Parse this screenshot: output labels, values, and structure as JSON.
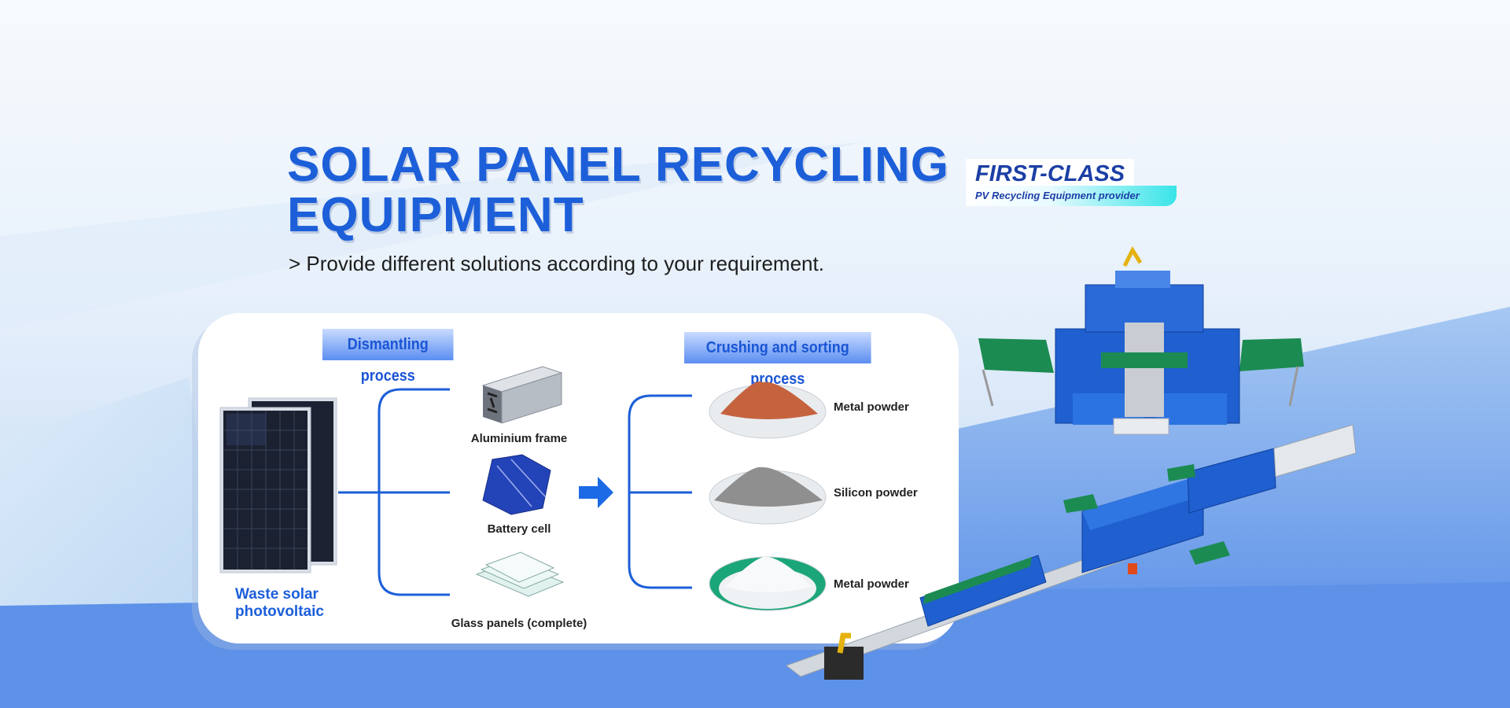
{
  "hero": {
    "title_line1": "SOLAR PANEL RECYCLING",
    "title_line2": "EQUIPMENT",
    "subtitle": "> Provide different solutions according to your requirement."
  },
  "badge": {
    "top": "FIRST-CLASS",
    "bottom": "PV Recycling Equipment provider"
  },
  "process": {
    "dismantling_label": "Dismantling process",
    "crushing_label": "Crushing and sorting process",
    "source_label": "Waste solar photovoltaic",
    "dismantling_outputs": [
      {
        "label": "Aluminium frame",
        "icon": "aluminium-frame-icon"
      },
      {
        "label": "Battery cell",
        "icon": "battery-cell-icon"
      },
      {
        "label": "Glass panels (complete)",
        "icon": "glass-panels-icon"
      }
    ],
    "crushing_outputs": [
      {
        "label": "Metal powder",
        "color": "#c5633f"
      },
      {
        "label": "Silicon powder",
        "color": "#8f8f8f"
      },
      {
        "label": "Metal powder",
        "color": "#eef2f4"
      }
    ]
  },
  "colors": {
    "brand_blue": "#1c5fd9",
    "machine_blue": "#1f5fcf",
    "machine_green": "#1c8b52"
  }
}
